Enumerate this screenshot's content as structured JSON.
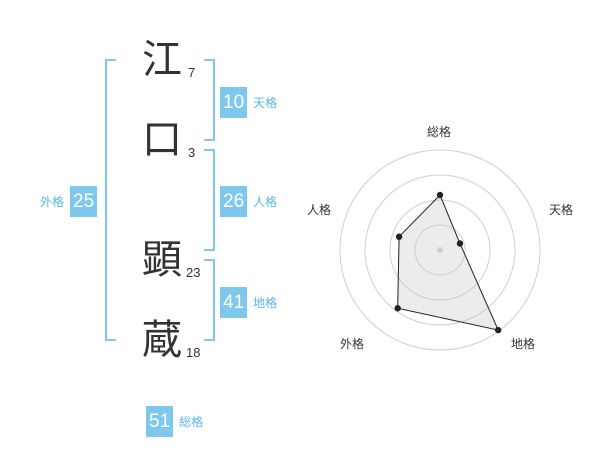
{
  "name": {
    "chars": [
      {
        "char": "江",
        "strokes": "7"
      },
      {
        "char": "口",
        "strokes": "3"
      },
      {
        "char": "顕",
        "strokes": "23"
      },
      {
        "char": "蔵",
        "strokes": "18"
      }
    ]
  },
  "fortune": {
    "tenkaku": {
      "value": "10",
      "label": "天格"
    },
    "jinkaku": {
      "value": "26",
      "label": "人格"
    },
    "chikaku": {
      "value": "41",
      "label": "地格"
    },
    "gaikaku": {
      "value": "25",
      "label": "外格"
    },
    "soukaku": {
      "value": "51",
      "label": "総格"
    }
  },
  "colors": {
    "accent": "#7ec8ee",
    "accent_text": "#57b8e6",
    "text": "#333333"
  },
  "radar": {
    "axes": [
      "総格",
      "天格",
      "地格",
      "外格",
      "人格"
    ],
    "levels": 4,
    "values": [
      0.55,
      0.21,
      0.99,
      0.72,
      0.43
    ]
  }
}
